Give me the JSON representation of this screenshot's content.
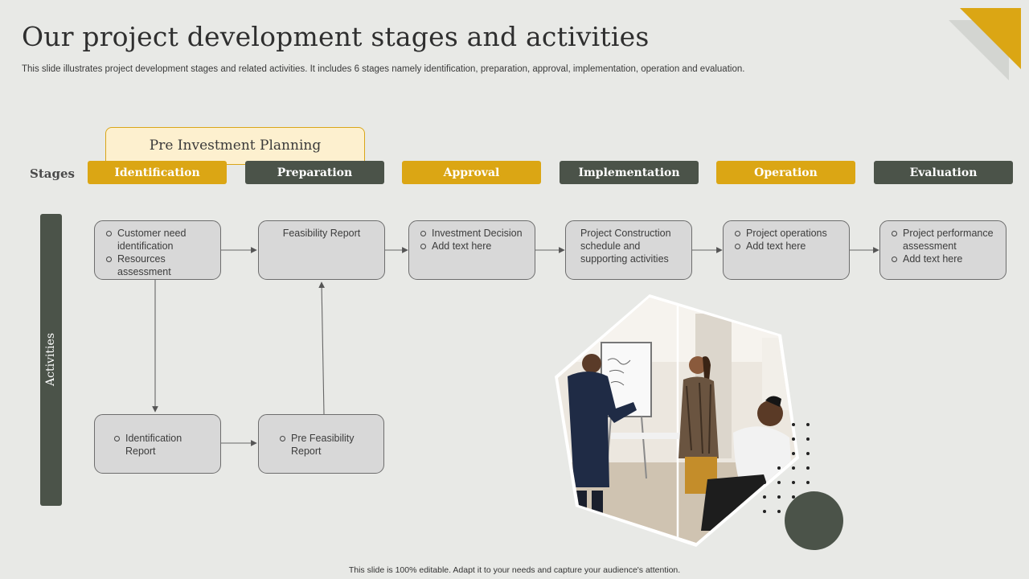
{
  "header": {
    "title": "Our project development stages and activities",
    "subtitle": "This slide illustrates project development stages and related activities. It includes 6 stages namely identification, preparation, approval, implementation, operation and evaluation."
  },
  "pre_investment": {
    "label": "Pre Investment Planning"
  },
  "stages_label": "Stages",
  "activities_label": "Activities",
  "stages": [
    {
      "label": "Identification"
    },
    {
      "label": "Preparation"
    },
    {
      "label": "Approval"
    },
    {
      "label": "Implementation"
    },
    {
      "label": "Operation"
    },
    {
      "label": "Evaluation"
    }
  ],
  "activities": {
    "identification": [
      "Customer need identification",
      "Resources assessment"
    ],
    "preparation": "Feasibility Report",
    "approval": [
      "Investment Decision",
      "Add text here"
    ],
    "implementation": "Project Construction schedule and supporting activities",
    "operation": [
      "Project operations",
      "Add text here"
    ],
    "evaluation": [
      "Project performance assessment",
      "Add text here"
    ],
    "identification_report": [
      "Identification Report"
    ],
    "pre_feasibility": [
      "Pre Feasibility Report"
    ]
  },
  "colors": {
    "gold": "#dba614",
    "dark": "#4b5349",
    "background": "#e8e9e6",
    "box": "#d8d8d8"
  },
  "footer": "This slide is 100% editable. Adapt it to your needs and capture your audience's attention."
}
